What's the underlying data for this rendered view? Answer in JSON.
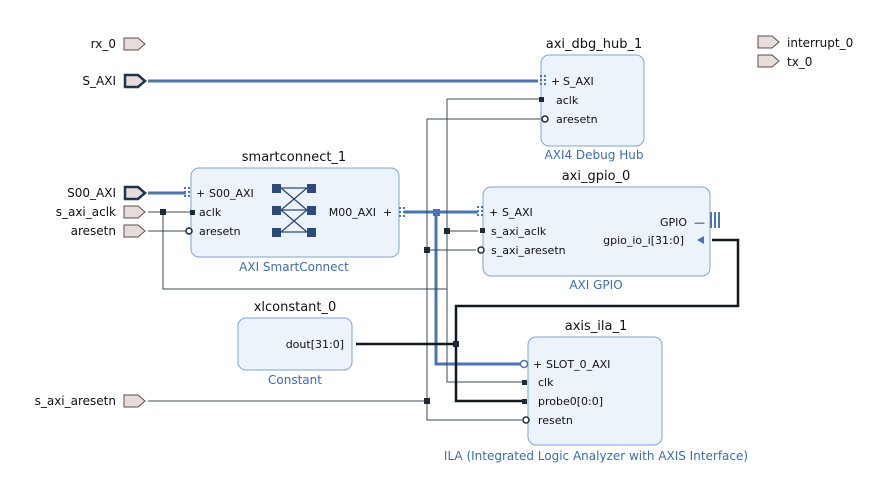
{
  "external_ports": {
    "rx_0": "rx_0",
    "S_AXI": "S_AXI",
    "S00_AXI": "S00_AXI",
    "s_axi_aclk": "s_axi_aclk",
    "aresetn": "aresetn",
    "s_axi_aresetn": "s_axi_aresetn",
    "interrupt_0": "interrupt_0",
    "tx_0": "tx_0"
  },
  "blocks": {
    "axi_dbg_hub": {
      "instance": "axi_dbg_hub_1",
      "type": "AXI4 Debug Hub",
      "pins": {
        "s_axi": "S_AXI",
        "aclk": "aclk",
        "aresetn": "aresetn"
      }
    },
    "smartconnect": {
      "instance": "smartconnect_1",
      "type": "AXI SmartConnect",
      "pins": {
        "s00_axi": "S00_AXI",
        "aclk": "aclk",
        "aresetn": "aresetn",
        "m00_axi": "M00_AXI"
      }
    },
    "axi_gpio": {
      "instance": "axi_gpio_0",
      "type": "AXI GPIO",
      "pins": {
        "s_axi": "S_AXI",
        "s_axi_aclk": "s_axi_aclk",
        "s_axi_aresetn": "s_axi_aresetn",
        "gpio": "GPIO",
        "gpio_io_i": "gpio_io_i[31:0]"
      }
    },
    "xlconstant": {
      "instance": "xlconstant_0",
      "type": "Constant",
      "pins": {
        "dout": "dout[31:0]"
      }
    },
    "axis_ila": {
      "instance": "axis_ila_1",
      "type": "ILA (Integrated Logic Analyzer with AXIS Interface)",
      "pins": {
        "slot_0_axi": "SLOT_0_AXI",
        "clk": "clk",
        "probe0": "probe0[0:0]",
        "resetn": "resetn"
      }
    }
  },
  "colors": {
    "block_fill": "#ecf3fb",
    "block_border": "#7ea6d6",
    "subtitle": "#3b6db5",
    "bus": "#4a74b8",
    "wire": "#3a4a5a",
    "port_fill": "#e6dcd9"
  }
}
